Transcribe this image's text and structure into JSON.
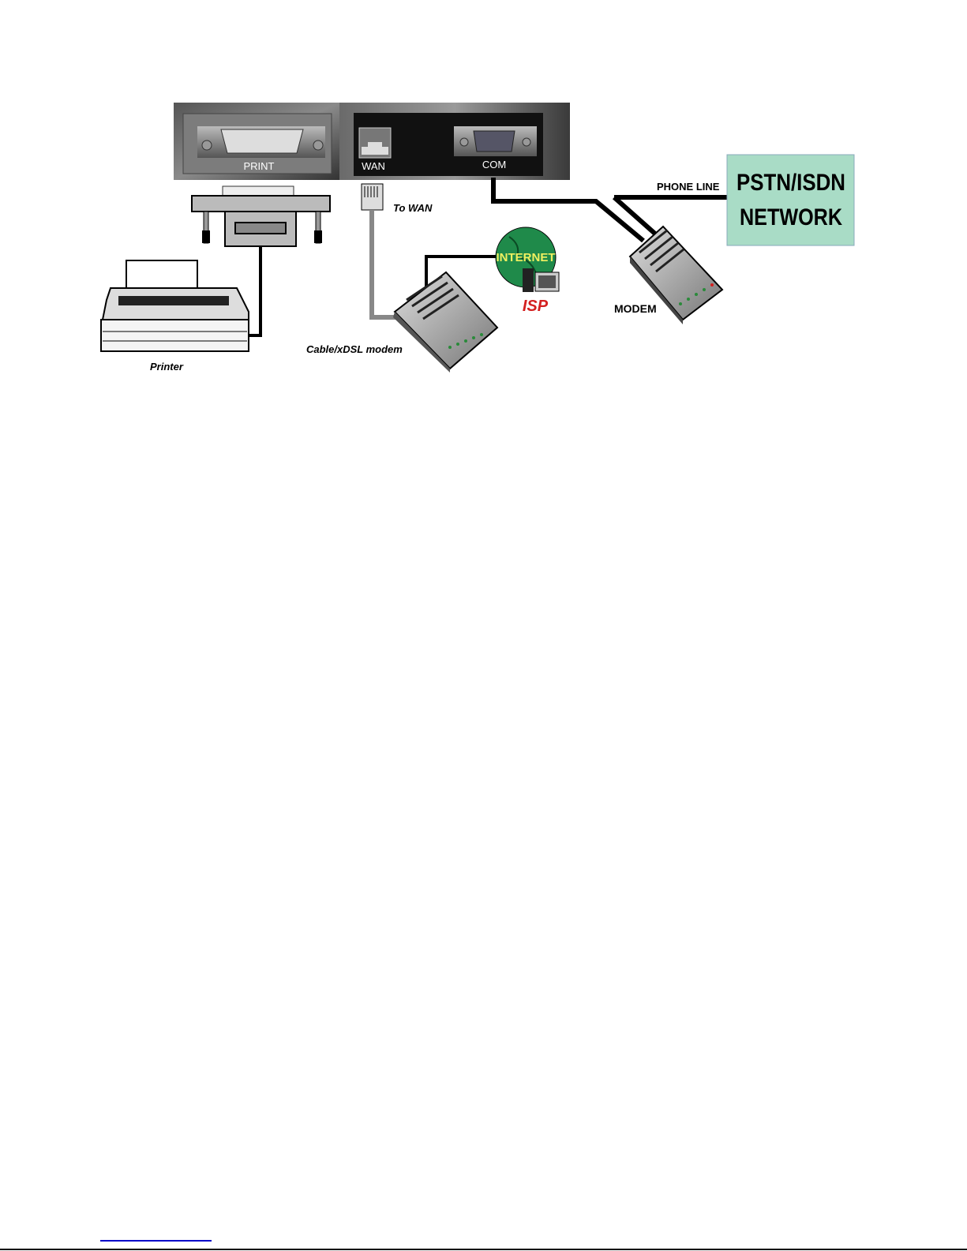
{
  "diagram": {
    "device_ports": {
      "print": "PRINT",
      "wan": "WAN",
      "com": "COM"
    },
    "labels": {
      "to_wan": "To WAN",
      "printer": "Printer",
      "cable_modem": "Cable/xDSL modem",
      "internet": "INTERNET",
      "isp": "ISP",
      "modem": "MODEM",
      "phone_line": "PHONE LINE",
      "network_line1": "PSTN/ISDN",
      "network_line2": "NETWORK"
    },
    "colors": {
      "network_box": "#a9dcc6",
      "globe": "#1f8a4a",
      "internet_text": "#f0f060",
      "isp_text": "#d42020",
      "link": "#0000c8"
    }
  }
}
